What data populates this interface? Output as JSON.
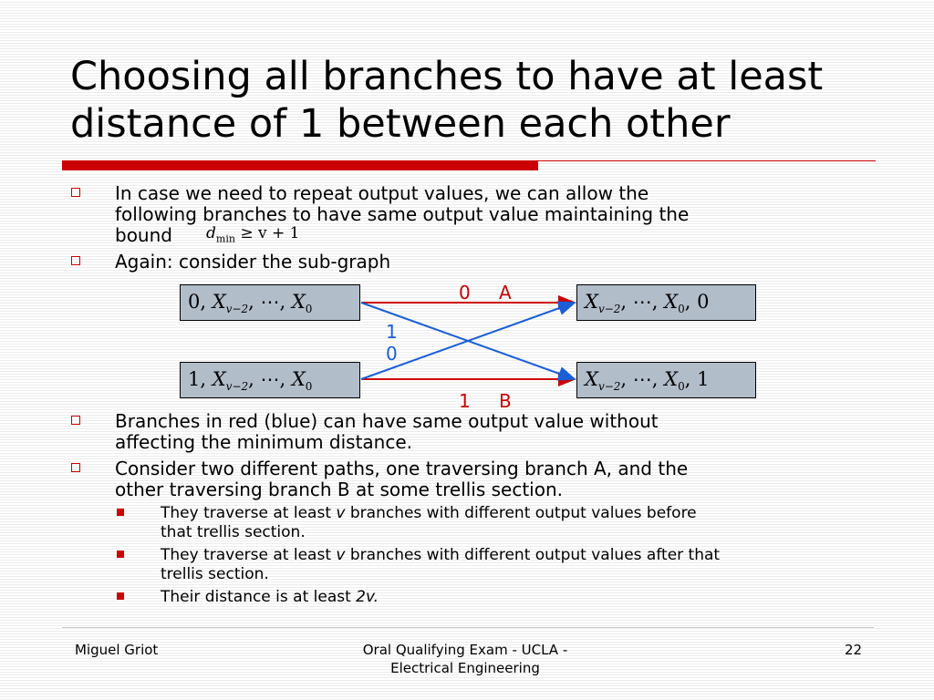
{
  "slide": {
    "title": "Choosing all branches to have at least distance of 1 between each other",
    "bullets": [
      {
        "line1": "In case we need to repeat output values, we can allow the",
        "line2": "following branches to have same output value maintaining the",
        "line3": "bound"
      },
      {
        "line1": "Again: consider the sub-graph"
      },
      {
        "line1": "Branches in red (blue) can have same output value without",
        "line2": "affecting the minimum distance."
      },
      {
        "line1": "Consider two different paths, one traversing branch A, and the",
        "line2": "other traversing branch B at some trellis section."
      }
    ],
    "formula": {
      "d": "d",
      "sub": "min",
      "rel": "≥ v + 1"
    },
    "sub_bullets": [
      {
        "pre": "They traverse at least ",
        "em": "v",
        "post": " branches with different output values before",
        "line2": "that trellis section."
      },
      {
        "pre": "They traverse at least ",
        "em": "v",
        "post": " branches with different output values after that",
        "line2": "trellis section."
      },
      {
        "pre": "Their distance is at least ",
        "em": "2v.",
        "post": ""
      }
    ]
  },
  "diagram": {
    "left_top": {
      "prefix": "0, ",
      "X": "X",
      "sub1": "v−2",
      "mid": ", ⋯, ",
      "X2": "X",
      "sub2": "0"
    },
    "left_bottom": {
      "prefix": "1, ",
      "X": "X",
      "sub1": "v−2",
      "mid": ", ⋯, ",
      "X2": "X",
      "sub2": "0"
    },
    "right_top": {
      "X": "X",
      "sub1": "v−2",
      "mid": ", ⋯, ",
      "X2": "X",
      "sub2": "0",
      "suffix": ", 0"
    },
    "right_bottom": {
      "X": "X",
      "sub1": "v−2",
      "mid": ", ⋯, ",
      "X2": "X",
      "sub2": "0",
      "suffix": ", 1"
    },
    "label_top_value": "0",
    "label_top_branch": "A",
    "label_bottom_value": "1",
    "label_bottom_branch": "B",
    "label_cross_1": "1",
    "label_cross_0": "0",
    "colors": {
      "red": "#cc0000",
      "blue": "#1a5fd6",
      "box": "#b2bdca"
    }
  },
  "footer": {
    "author": "Miguel Griot",
    "event_line1": "Oral Qualifying Exam - UCLA -",
    "event_line2": "Electrical Engineering",
    "page": "22"
  }
}
